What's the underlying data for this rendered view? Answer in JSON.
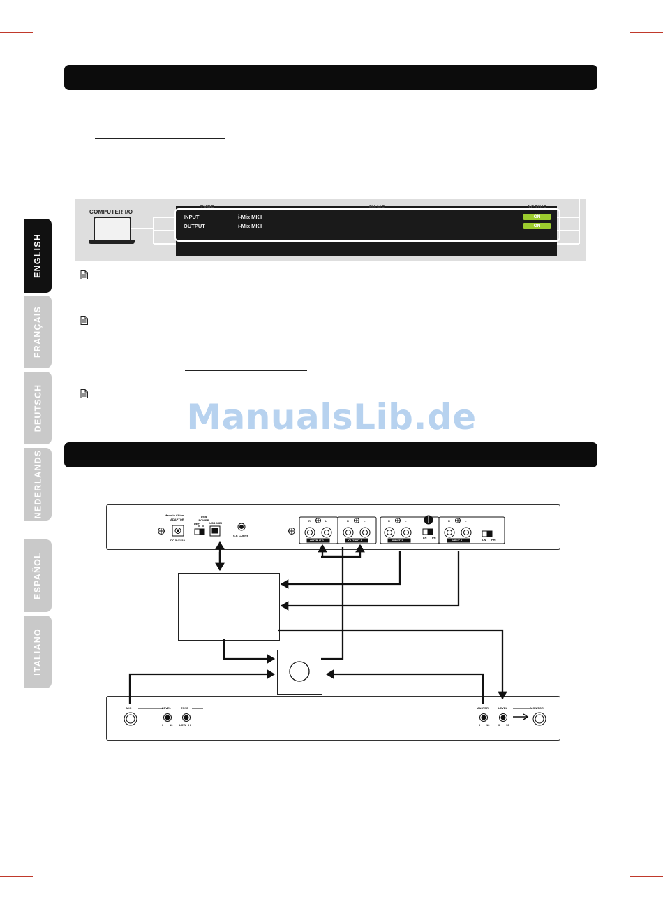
{
  "tabs": [
    "ENGLISH",
    "FRANÇAIS",
    "DEUTSCH",
    "NEDERLANDS",
    "ESPAÑOL",
    "ITALIANO"
  ],
  "active_tab": "ENGLISH",
  "watermark": "ManualsLib.de",
  "computer_io": {
    "title": "COMPUTER I/O",
    "headers": [
      "TYPE",
      "NAME",
      "ACTIVE"
    ],
    "rows": [
      {
        "type": "INPUT",
        "name": "i-Mix MKII",
        "active": "ON"
      },
      {
        "type": "OUTPUT",
        "name": "i-Mix MKII",
        "active": "ON"
      }
    ]
  },
  "rear_panel": {
    "made_in": "Made in China",
    "adaptor": "ADAPTOR",
    "power_spec": "DC 5V 1.5A",
    "usb_power": "USB POWER",
    "usb_power_sub": "DEF",
    "usb_midi": "USB MIDI",
    "cf_curve": "C.F. CURVE",
    "output2": "OUTPUT 2",
    "output1": "OUTPUT 1",
    "input2": "INPUT 2",
    "input1": "INPUT 1",
    "r": "R",
    "l": "L",
    "ln": "LN",
    "ph": "PH"
  },
  "front_panel": {
    "mic": "MIC",
    "level": "LEVEL",
    "tone": "TONE",
    "master": "MASTER",
    "monitor": "MONITOR",
    "zero": "0",
    "ten": "10",
    "low": "LOW",
    "hi": "HI"
  },
  "colors": {
    "tab_active": "#111111",
    "tab_inactive": "#c9c9c9",
    "crop_marks": "#c0392b",
    "on_button": "#9ccc2e",
    "watermark": "#9fc3ea"
  }
}
